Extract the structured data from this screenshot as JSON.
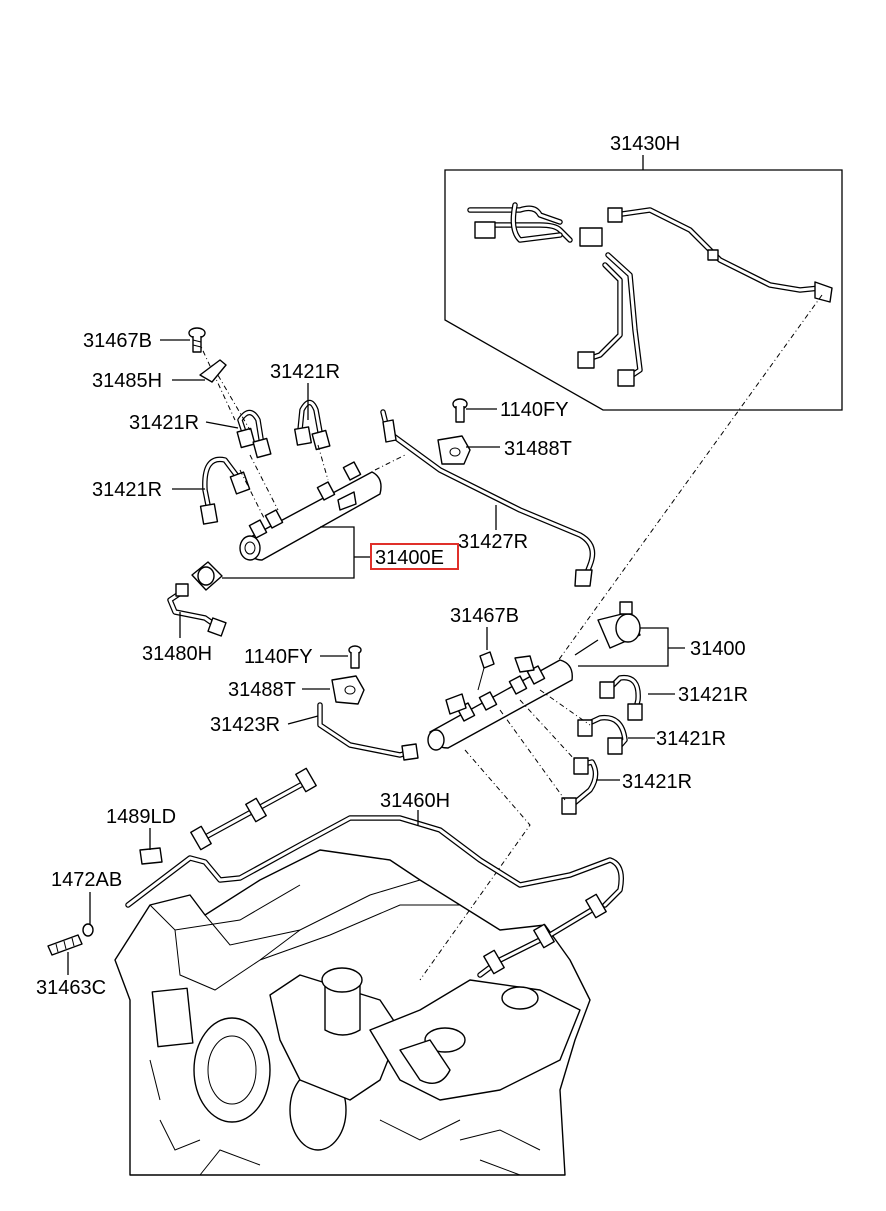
{
  "diagram": {
    "highlight_color": "#e0302a",
    "labels": {
      "l_31430H": "31430H",
      "l_31467B_top": "31467B",
      "l_31485H": "31485H",
      "l_31421R_a": "31421R",
      "l_31421R_b": "31421R",
      "l_31421R_c": "31421R",
      "l_1140FY_top": "1140FY",
      "l_31488T_top": "31488T",
      "l_31427R": "31427R",
      "l_31400E": "31400E",
      "l_31480H": "31480H",
      "l_31467B_mid": "31467B",
      "l_1140FY_mid": "1140FY",
      "l_31400": "31400",
      "l_31488T_mid": "31488T",
      "l_31421R_d": "31421R",
      "l_31423R": "31423R",
      "l_31421R_e": "31421R",
      "l_31421R_f": "31421R",
      "l_31460H": "31460H",
      "l_1489LD": "1489LD",
      "l_1472AB": "1472AB",
      "l_31463C": "31463C"
    }
  }
}
